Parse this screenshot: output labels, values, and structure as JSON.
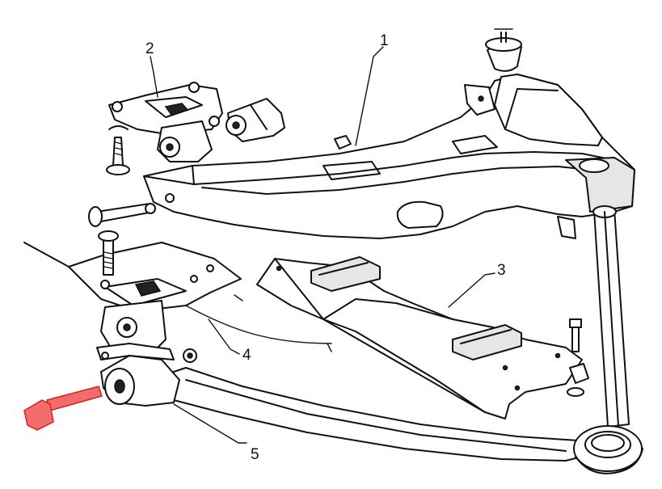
{
  "labels": {
    "one": "1",
    "two": "2",
    "three": "3",
    "four": "4",
    "five": "5"
  },
  "colors": {
    "line": "#111111",
    "highlight_bolt_fill": "#f26c6c",
    "highlight_bolt_stroke": "#d42020",
    "background": "#ffffff"
  }
}
